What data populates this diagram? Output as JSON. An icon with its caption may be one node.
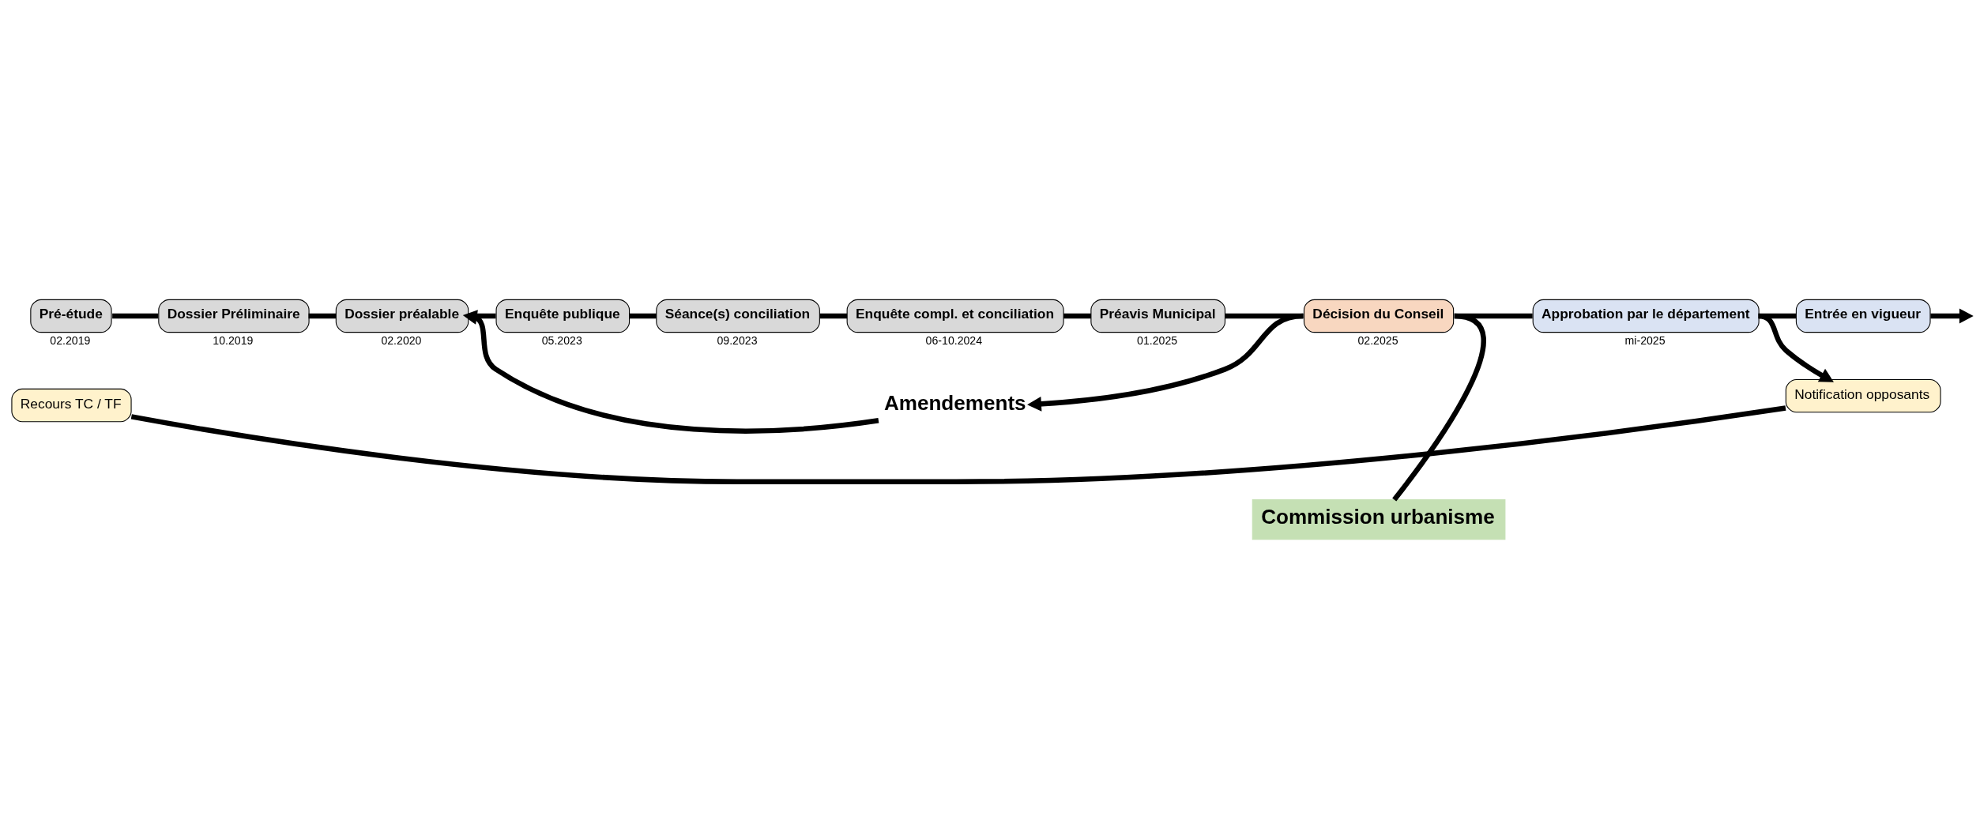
{
  "diagram": {
    "nodes": [
      {
        "text": [
          "Pré-étude"
        ],
        "beside": [
          "02.2019"
        ]
      },
      {
        "text": [
          "Dossier Préliminaire"
        ],
        "beside": [
          "10.2019"
        ]
      },
      {
        "text": [
          "Dossier préalable"
        ],
        "beside": [
          "02.2020"
        ]
      },
      {
        "text": [
          "Enquête publique"
        ],
        "beside": [
          "05.2023"
        ]
      },
      {
        "text": [
          "Séance(s) conciliation"
        ],
        "beside": [
          "09.2023"
        ]
      },
      {
        "text": [
          "Enquête compl. et conciliation"
        ],
        "beside": [
          "06-10.2024"
        ]
      },
      {
        "text": [
          "Préavis Municipal"
        ],
        "beside": [
          "01.2025"
        ]
      },
      {
        "text": [
          "Décision du Conseil"
        ],
        "beside": [
          "02.2025"
        ]
      },
      {
        "text": [
          "Approbation par le département"
        ],
        "beside": [
          "mi-2025"
        ]
      },
      {
        "text": [
          "Entrée en vigueur"
        ]
      },
      {
        "text": [
          "Commission urbanisme"
        ]
      },
      {
        "text": [
          "Amendements"
        ]
      },
      {
        "text": [
          "Notification opposants"
        ]
      },
      {
        "text": [
          "Recours TC / TF"
        ]
      }
    ],
    "edges": [
      {
        "from": 0,
        "to": 1,
        "arrow": "none"
      },
      {
        "from": 1,
        "to": 2,
        "arrow": "none"
      },
      {
        "from": 2,
        "to": 3,
        "arrow": "none"
      },
      {
        "from": 3,
        "to": 4,
        "arrow": "none"
      },
      {
        "from": 4,
        "to": 5,
        "arrow": "none"
      },
      {
        "from": 5,
        "to": 6,
        "arrow": "none"
      },
      {
        "from": 6,
        "to": 7,
        "arrow": "none"
      },
      {
        "from": 7,
        "to": 8,
        "arrow": "none"
      },
      {
        "from": 8,
        "to": 9,
        "arrow": "none"
      },
      {
        "from": 9,
        "to": null,
        "arrow": "to"
      },
      {
        "from": 10,
        "to": 7,
        "arrow": "none"
      },
      {
        "from": 7,
        "to": 11,
        "arrow": "to"
      },
      {
        "from": 11,
        "to": 2,
        "arrow": "to"
      },
      {
        "from": 8,
        "to": 12,
        "arrow": "to"
      },
      {
        "from": 12,
        "to": 13,
        "arrow": "none"
      }
    ]
  }
}
